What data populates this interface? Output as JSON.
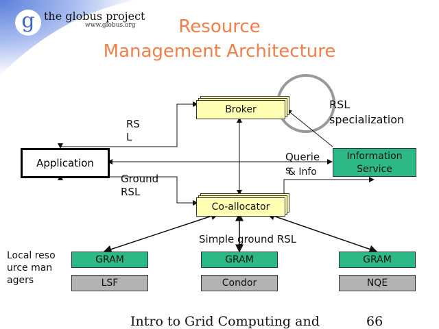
{
  "header": {
    "logo_letter": "g",
    "brand": "the globus project",
    "url": "www.globus.org",
    "title_line1": "Resource",
    "title_line2": "Management Architecture"
  },
  "diagram": {
    "broker": "Broker",
    "coallocator": "Co-allocator",
    "application": "Application",
    "information_service": "Information Service",
    "rsl_label": "RSL",
    "rsl_specialization": "RSL specialization",
    "ground_rsl": "Ground RSL",
    "queries_label": "Queries",
    "info_label": "& Info",
    "simple_ground_rsl": "Simple ground RSL",
    "local_managers": "Local resource managers",
    "grams": [
      "GRAM",
      "GRAM",
      "GRAM"
    ],
    "resource_managers": [
      "LSF",
      "Condor",
      "NQE"
    ]
  },
  "footer": {
    "left": "Intro to Grid Computing and",
    "page_number": "66"
  },
  "colors": {
    "title": "#f07f4a",
    "broker_fill": "#ffffb3",
    "gram_fill": "#2db887",
    "lrm_fill": "#b3b3b3",
    "corner_blue": "#5b7fd9"
  }
}
